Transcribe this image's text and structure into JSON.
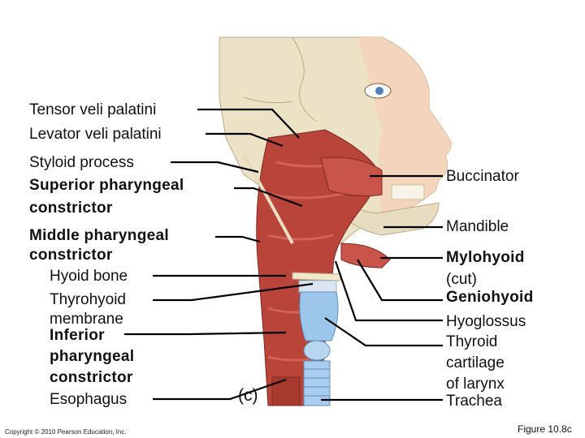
{
  "figure": {
    "panel_letter": "(c)",
    "figure_number": "Figure 10.8c",
    "copyright": "Copyright © 2010 Pearson Education, Inc."
  },
  "labels_left": {
    "tensor_veli_palatini": "Tensor veli palatini",
    "levator_veli_palatini": "Levator veli palatini",
    "styloid_process": "Styloid process",
    "superior_pharyngeal_1": "Superior pharyngeal",
    "superior_pharyngeal_2": "constrictor",
    "middle_pharyngeal_1": "Middle pharyngeal",
    "middle_pharyngeal_2": "constrictor",
    "hyoid_bone": "Hyoid bone",
    "thyrohyoid_1": "Thyrohyoid",
    "thyrohyoid_2": "membrane",
    "inferior_1": "Inferior",
    "inferior_2": "pharyngeal",
    "inferior_3": "constrictor",
    "esophagus": "Esophagus"
  },
  "labels_right": {
    "buccinator": "Buccinator",
    "mandible": "Mandible",
    "mylohyoid_1": "Mylohyoid",
    "mylohyoid_2": "(cut)",
    "geniohyoid": "Geniohyoid",
    "hyoglossus": "Hyoglossus",
    "thyroid_1": "Thyroid",
    "thyroid_2": "cartilage",
    "thyroid_3": "of larynx",
    "trachea": "Trachea"
  },
  "colors": {
    "skull": "#ece2c6",
    "skin": "#f5d2b8",
    "muscle": "#b8443a",
    "muscle_light": "#d86a5c",
    "cartilage": "#9cc7ea",
    "leader_line": "#000000"
  }
}
